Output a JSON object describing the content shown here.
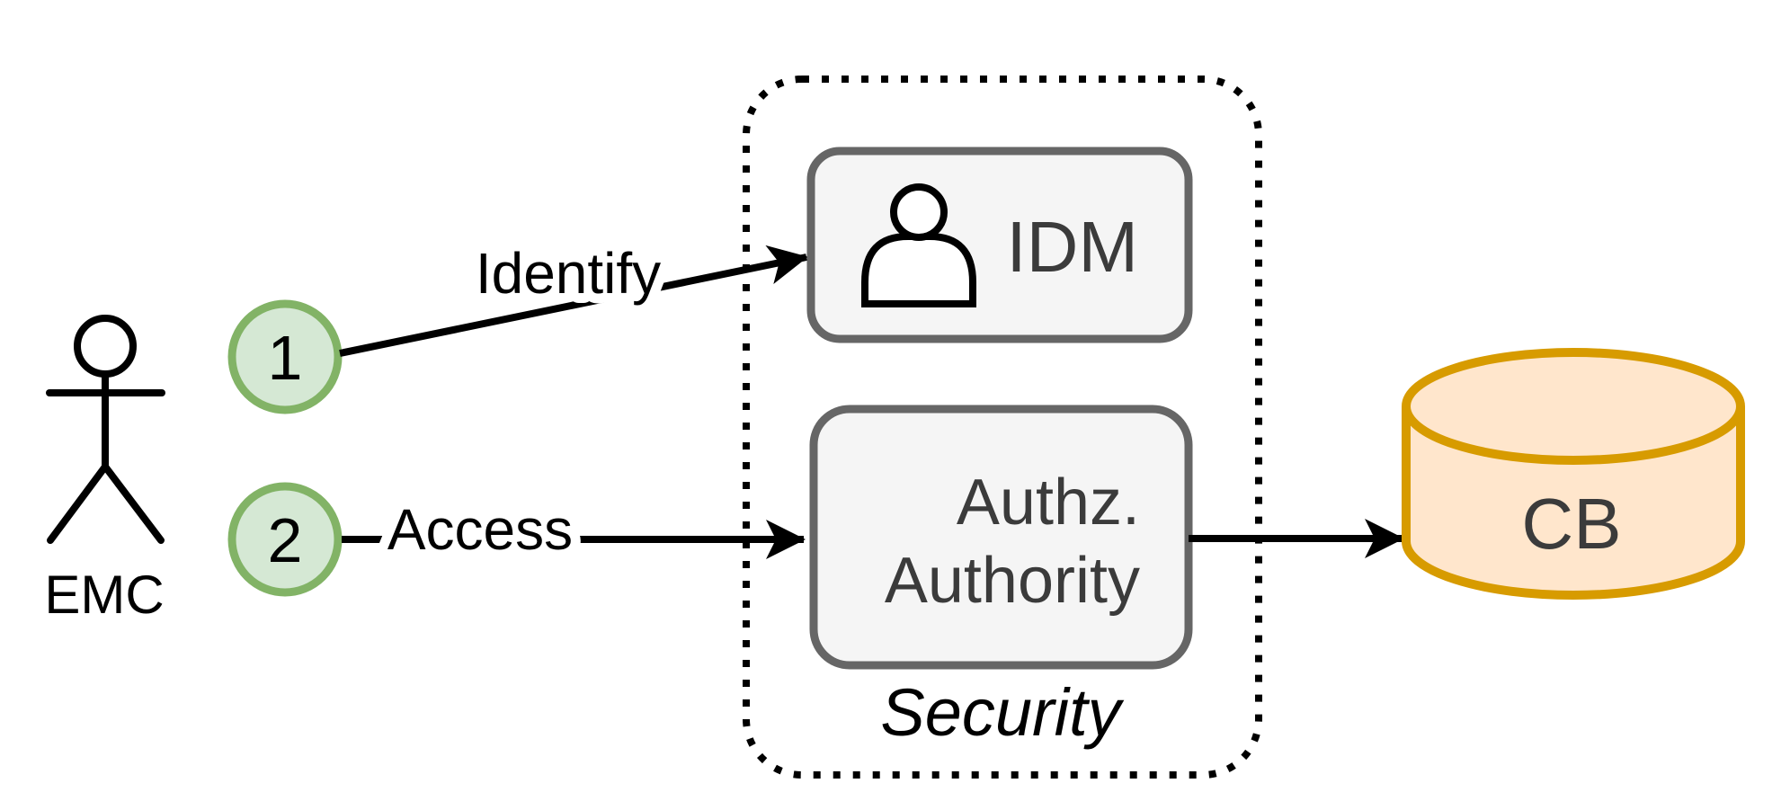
{
  "colors": {
    "background": "#ffffff",
    "line": "#000000",
    "step_fill": "#d5e8d4",
    "step_stroke": "#82b366",
    "box_fill": "#f5f5f5",
    "box_stroke": "#666666",
    "box_text": "#3b3b3b",
    "db_fill": "#ffe6cc",
    "db_stroke": "#d79b00"
  },
  "actor": {
    "label": "EMC"
  },
  "steps": [
    {
      "number": "1"
    },
    {
      "number": "2"
    }
  ],
  "edges": {
    "identify": {
      "label": "Identify"
    },
    "access": {
      "label": "Access"
    }
  },
  "security_group": {
    "label": "Security"
  },
  "nodes": {
    "idm": {
      "label": "IDM",
      "icon": "person-icon"
    },
    "authz": {
      "line1": "Authz.",
      "line2": "Authority"
    },
    "db": {
      "label": "CB"
    }
  }
}
